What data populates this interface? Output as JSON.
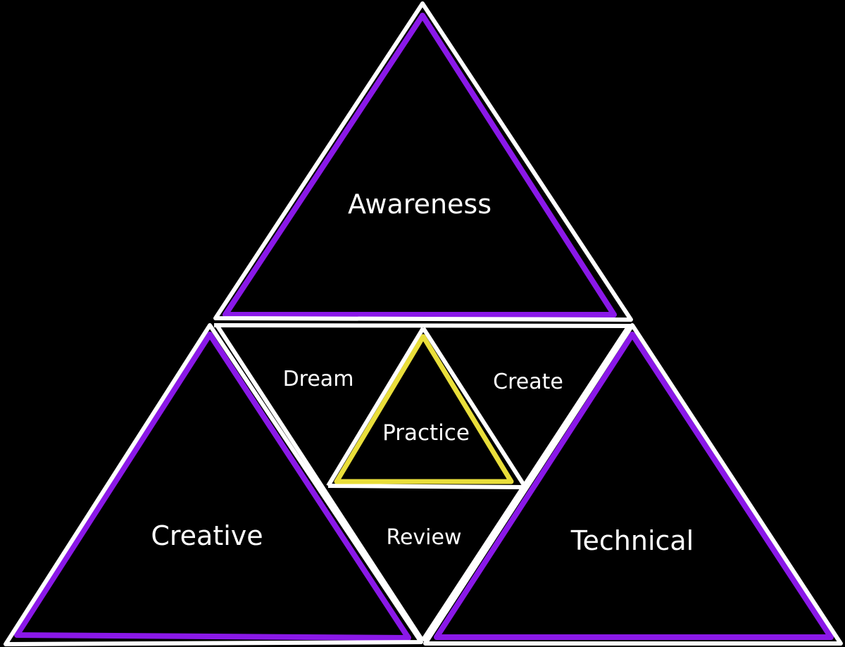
{
  "colors": {
    "background": "#000000",
    "outline": "#ffffff",
    "accent_purple": "#8a18e8",
    "accent_yellow": "#e9de3a",
    "text": "#ffffff"
  },
  "labels": {
    "top": "Awareness",
    "left": "Creative",
    "right": "Technical",
    "inner_top_left": "Dream",
    "inner_top_right": "Create",
    "inner_bottom": "Review",
    "center": "Practice"
  }
}
